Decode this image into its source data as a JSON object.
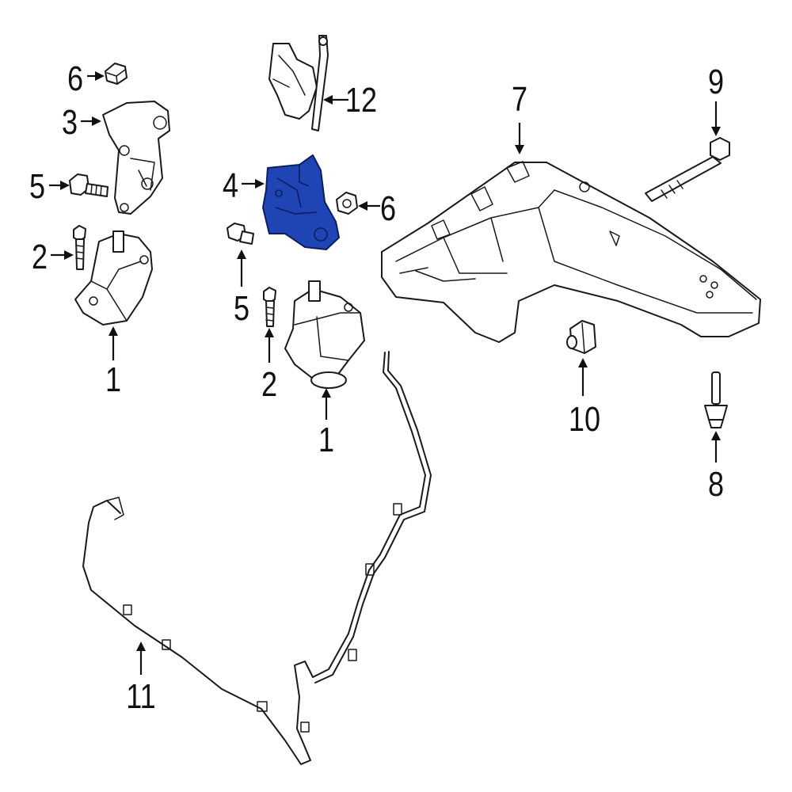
{
  "highlight_color": "#1f45b5",
  "callouts": {
    "c1_left": "1",
    "c1_center": "1",
    "c2_left": "2",
    "c2_center": "2",
    "c3": "3",
    "c4": "4",
    "c5_left": "5",
    "c5_center": "5",
    "c6_top": "6",
    "c6_right": "6",
    "c7": "7",
    "c8": "8",
    "c9": "9",
    "c10": "10",
    "c11": "11",
    "c12": "12"
  }
}
